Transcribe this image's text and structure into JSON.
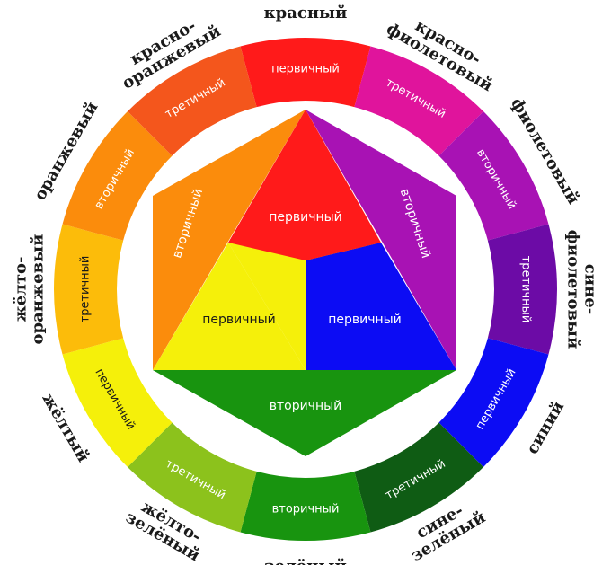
{
  "wheel": {
    "segments": [
      {
        "name": "красный",
        "lines": [
          "красный"
        ],
        "type": "первичный",
        "color": "#ff1a1a"
      },
      {
        "name": "красно-фиолетовый",
        "lines": [
          "красно-",
          "фиолетовый"
        ],
        "type": "третичный",
        "color": "#e0149c"
      },
      {
        "name": "фиолетовый",
        "lines": [
          "фиолетовый"
        ],
        "type": "вторичный",
        "color": "#a812b4"
      },
      {
        "name": "сине-фиолетовый",
        "lines": [
          "сине-",
          "фиолетовый"
        ],
        "type": "третичный",
        "color": "#6c0ba6"
      },
      {
        "name": "синий",
        "lines": [
          "синий"
        ],
        "type": "первичный",
        "color": "#0c0cf4"
      },
      {
        "name": "сине-зелёный",
        "lines": [
          "сине-",
          "зелёный"
        ],
        "type": "третичный",
        "color": "#0f5c14"
      },
      {
        "name": "зелёный",
        "lines": [
          "зелёный"
        ],
        "type": "вторичный",
        "color": "#18940f"
      },
      {
        "name": "жёлто-зелёный",
        "lines": [
          "жёлто-",
          "зелёный"
        ],
        "type": "третичный",
        "color": "#8cc21c"
      },
      {
        "name": "жёлтый",
        "lines": [
          "жёлтый"
        ],
        "type": "первичный",
        "color": "#f5f00a"
      },
      {
        "name": "жёлто-оранжевый",
        "lines": [
          "жёлто-",
          "оранжевый"
        ],
        "type": "третичный",
        "color": "#fcbc0a"
      },
      {
        "name": "оранжевый",
        "lines": [
          "оранжевый"
        ],
        "type": "вторичный",
        "color": "#fb8c0c"
      },
      {
        "name": "красно-оранжевый",
        "lines": [
          "красно-",
          "оранжевый"
        ],
        "type": "третичный",
        "color": "#f4561c"
      }
    ],
    "inner": {
      "red": {
        "label": "первичный",
        "color": "#ff1a1a"
      },
      "yellow": {
        "label": "первичный",
        "color": "#f5f00a"
      },
      "blue": {
        "label": "первичный",
        "color": "#0c0cf4"
      },
      "orange": {
        "label": "вторичный",
        "color": "#fb8c0c"
      },
      "violet": {
        "label": "вторичный",
        "color": "#a812b4"
      },
      "green": {
        "label": "вторичный",
        "color": "#18940f"
      }
    }
  }
}
